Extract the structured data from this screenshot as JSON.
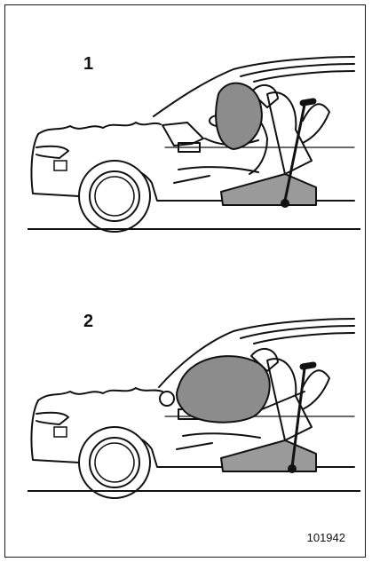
{
  "figure": {
    "panels": [
      {
        "number": "1",
        "illustration": "car-interior-airbag-deployed-driver-icon"
      },
      {
        "number": "2",
        "illustration": "car-interior-airbag-deployed-passenger-icon"
      }
    ],
    "code": "101942"
  }
}
